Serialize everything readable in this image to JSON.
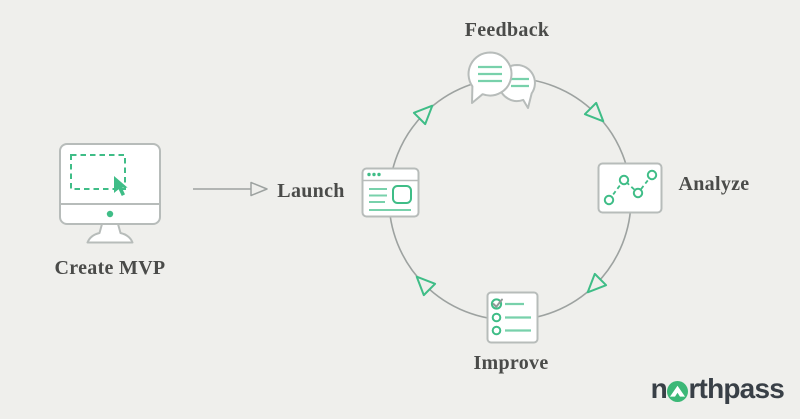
{
  "diagram": {
    "title_implicit": "MVP build-measure-learn cycle",
    "stages": {
      "create": "Create MVP",
      "launch": "Launch",
      "feedback": "Feedback",
      "analyze": "Analyze",
      "improve": "Improve"
    },
    "flow_direction": "clockwise"
  },
  "logo": {
    "full_name": "northpass",
    "prefix": "n",
    "suffix": "rthpass"
  },
  "colors": {
    "background": "#efefec",
    "line_gray": "#9da2a0",
    "icon_gray": "#b7bcba",
    "green": "#3fbd87",
    "green_light": "#78d1ab",
    "text": "#4a4b49",
    "logo_text": "#394047",
    "logo_green": "#3cb877",
    "check_gray": "#8f9996"
  }
}
